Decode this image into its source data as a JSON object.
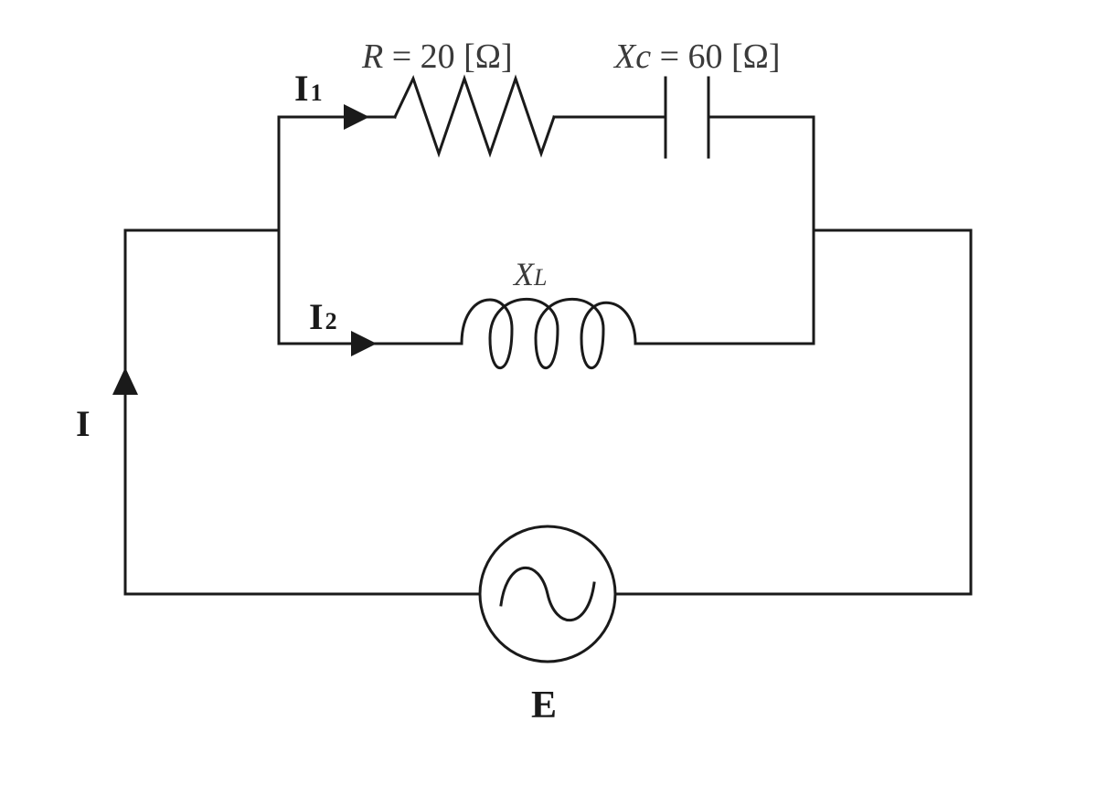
{
  "colors": {
    "line": "#1a1a1a",
    "text": "#3a3a3a",
    "background": "#ffffff"
  },
  "labels": {
    "i1_main": "I",
    "i1_sub": "1",
    "i2_main": "I",
    "i2_sub": "2",
    "i_total": "I",
    "resistor_symbol": "R",
    "resistor_value": " = 20 [Ω]",
    "capacitor_main": "X",
    "capacitor_sub": "c",
    "capacitor_value": " = 60 [Ω]",
    "inductor_main": "X",
    "inductor_sub": "L",
    "source": "E"
  },
  "components": {
    "resistor": {
      "resistance_ohm": 20
    },
    "capacitor": {
      "reactance_ohm": 60
    },
    "inductor": {
      "reactance_ohm": null
    },
    "source": {
      "type": "ac-voltage-source",
      "icon": "sine-wave-icon"
    }
  }
}
